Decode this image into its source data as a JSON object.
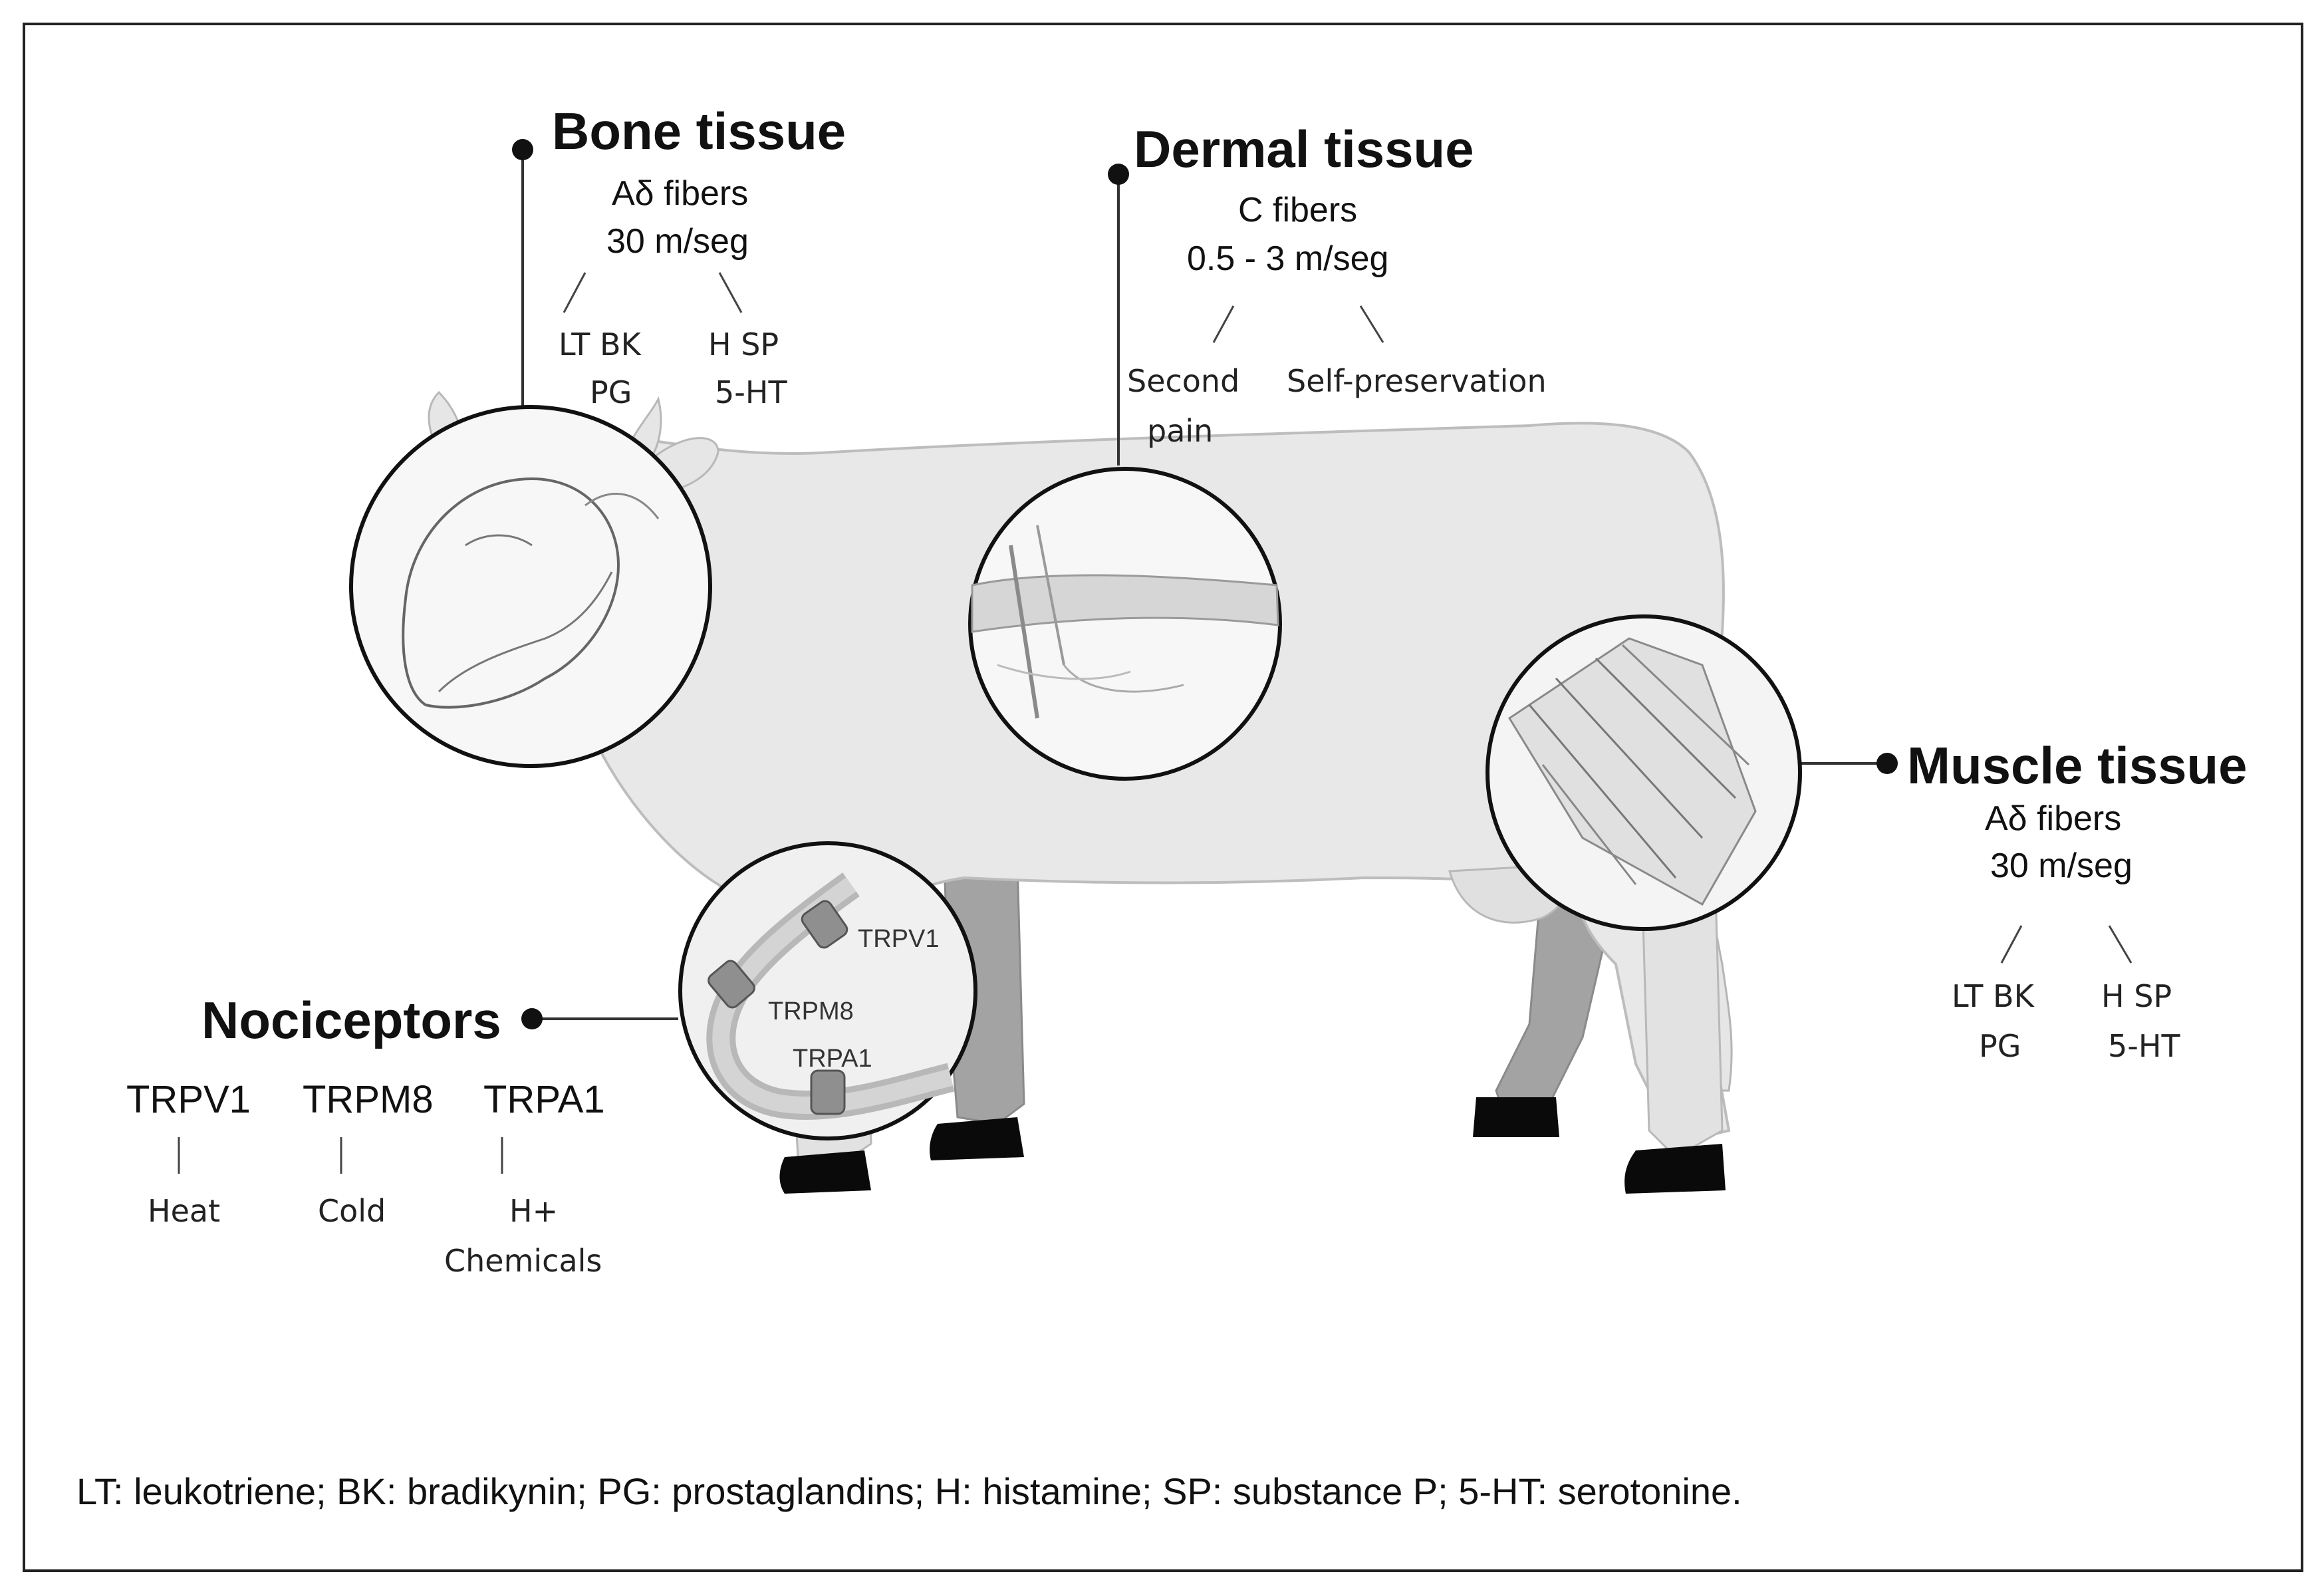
{
  "bone": {
    "title": "Bone tissue",
    "fiber": "Aδ fibers",
    "speed": "30 m/seg",
    "mediators_left_top": "LT   BK",
    "mediators_right_top": "H   SP",
    "mediators_left_bottom": "PG",
    "mediators_right_bottom": "5-HT"
  },
  "dermal": {
    "title": "Dermal tissue",
    "fiber": "C fibers",
    "speed": "0.5 - 3 m/seg",
    "effect_left_1": "Second",
    "effect_left_2": "pain",
    "effect_right": "Self-preservation"
  },
  "muscle": {
    "title": "Muscle tissue",
    "fiber": "Aδ fibers",
    "speed": "30 m/seg",
    "mediators_left_top": "LT   BK",
    "mediators_right_top": "H   SP",
    "mediators_left_bottom": "PG",
    "mediators_right_bottom": "5-HT"
  },
  "nociceptors": {
    "title": "Nociceptors",
    "channels": [
      {
        "name": "TRPV1",
        "stimulus": "Heat",
        "stimulus2": ""
      },
      {
        "name": "TRPM8",
        "stimulus": "Cold",
        "stimulus2": ""
      },
      {
        "name": "TRPA1",
        "stimulus": "H+",
        "stimulus2": "Chemicals"
      }
    ],
    "inset_labels": [
      "TRPV1",
      "TRPM8",
      "TRPA1"
    ]
  },
  "footnote": "LT: leukotriene; BK: bradikynin; PG: prostaglandins; H: histamine; SP: substance P; 5-HT: serotonine.",
  "colors": {
    "body": "#e8e8e8",
    "body_outline": "#bdbdbd",
    "leg_dark": "#9a9a9a",
    "hoof": "#0a0a0a",
    "circle_outline": "#111111"
  }
}
